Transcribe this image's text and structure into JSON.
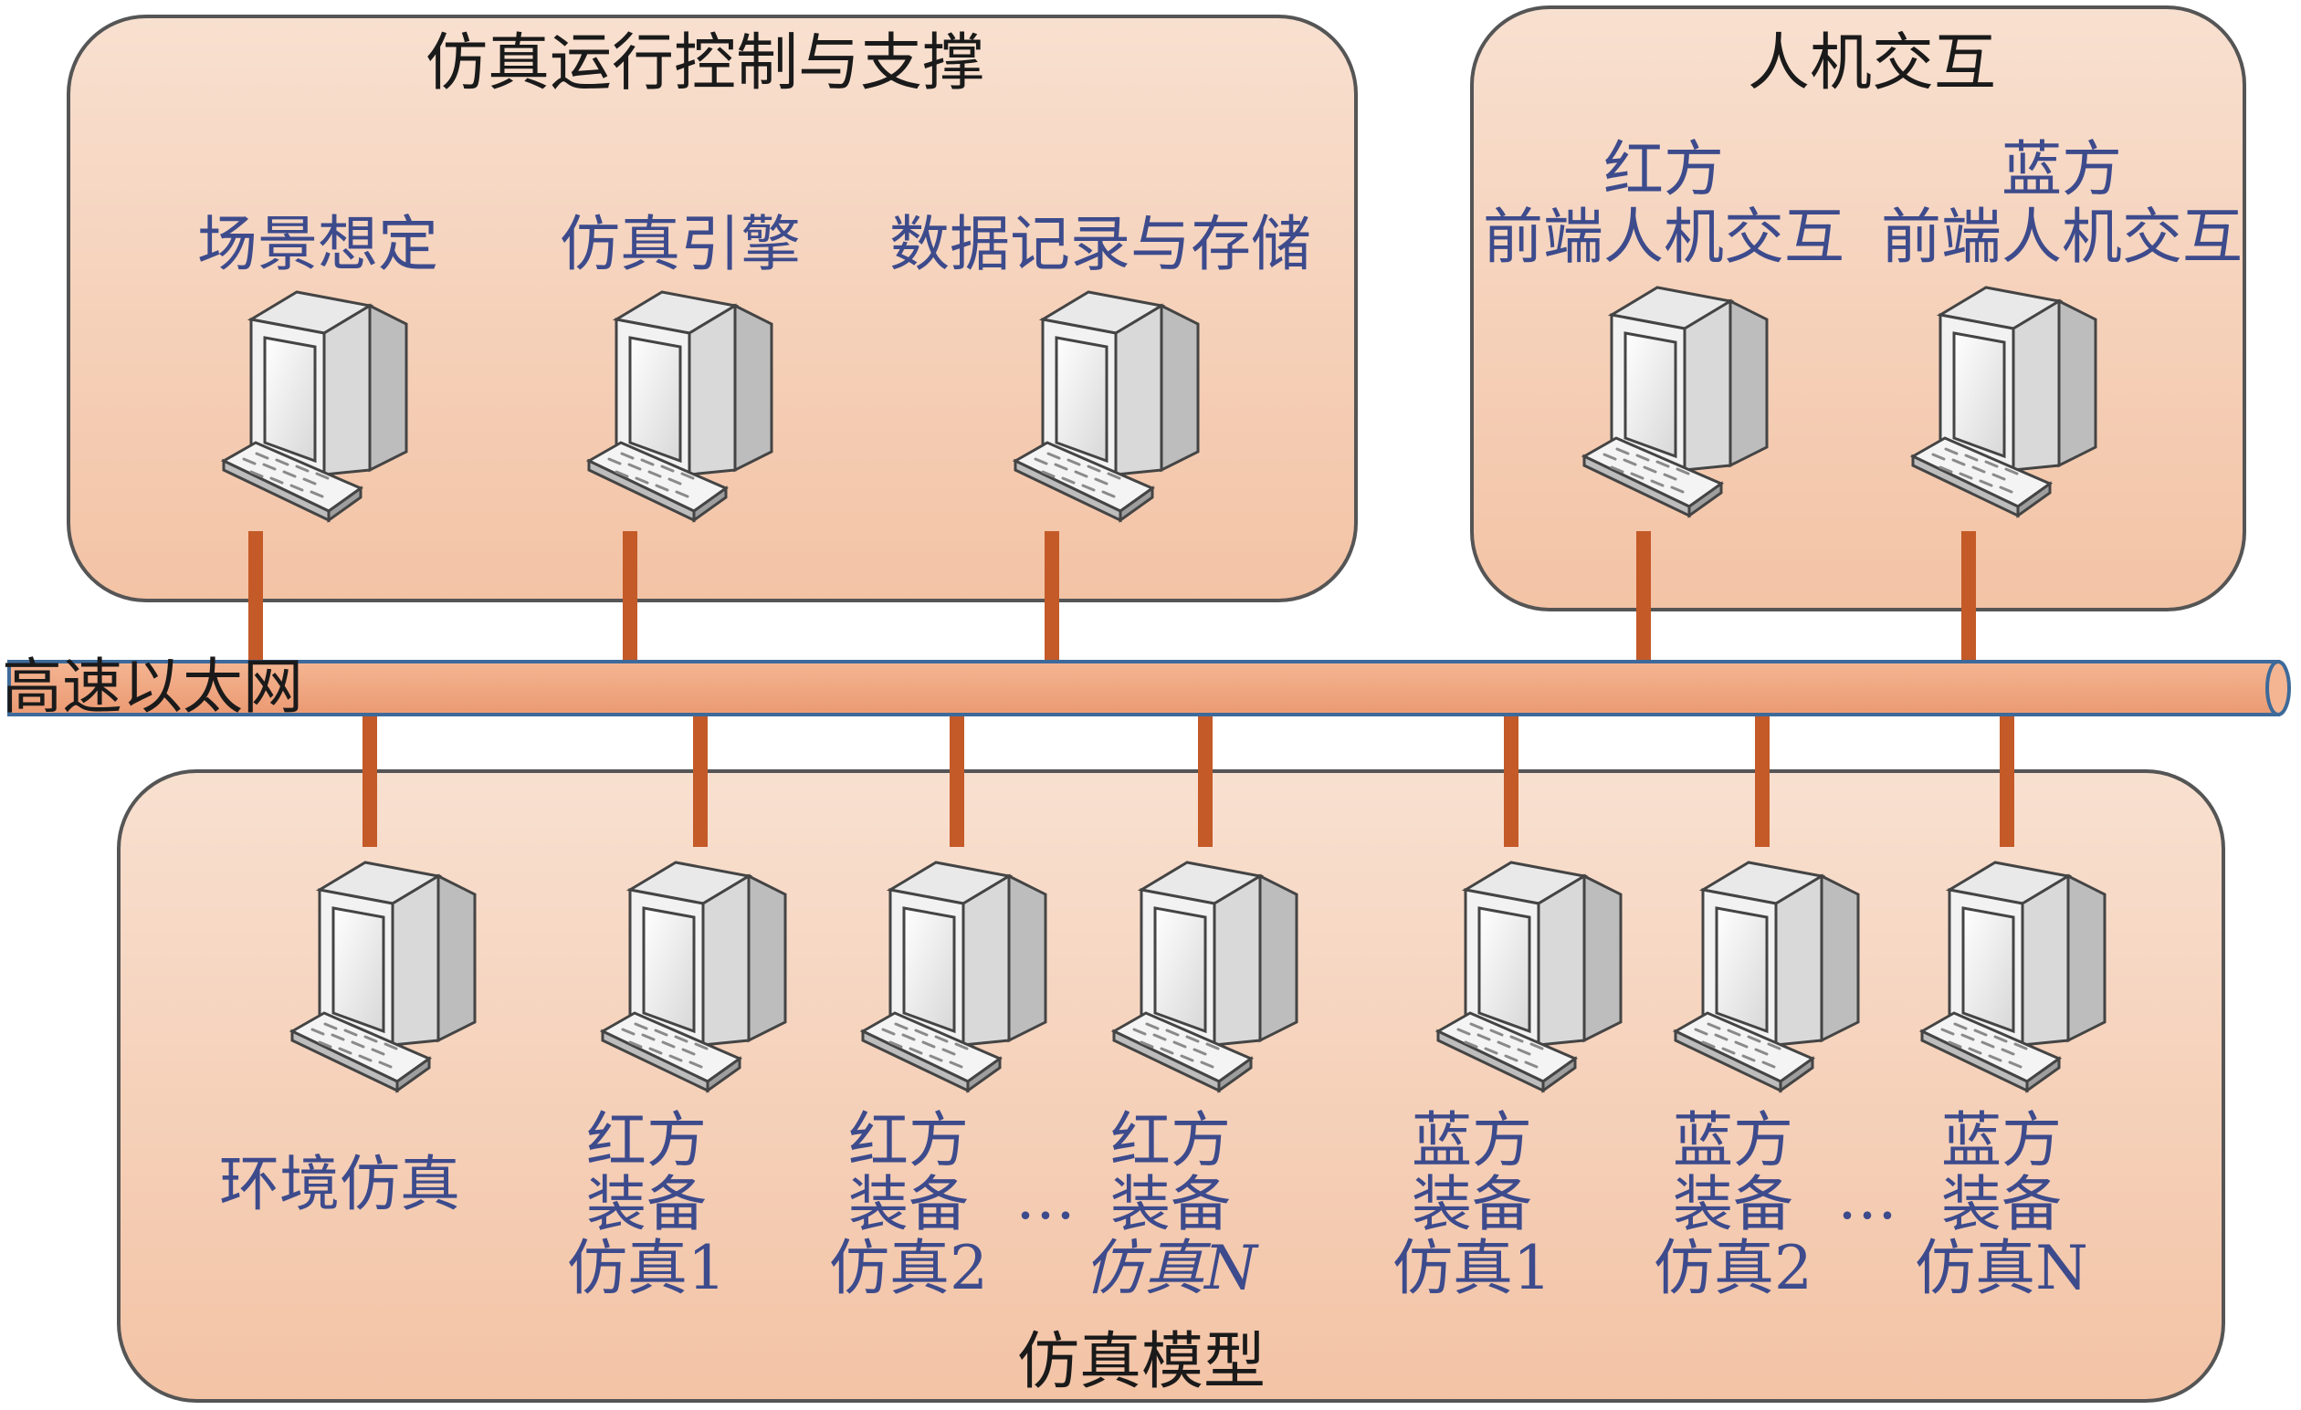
{
  "panels": {
    "control": {
      "title": "仿真运行控制与支撑"
    },
    "hmi": {
      "title": "人机交互"
    },
    "model": {
      "title": "仿真模型"
    }
  },
  "bus": {
    "label": "高速以太网"
  },
  "control_nodes": [
    {
      "lines": [
        "场景想定"
      ]
    },
    {
      "lines": [
        "仿真引擎"
      ]
    },
    {
      "lines": [
        "数据记录与存储"
      ]
    }
  ],
  "hmi_nodes": [
    {
      "lines": [
        "红方",
        "前端人机交互"
      ]
    },
    {
      "lines": [
        "蓝方",
        "前端人机交互"
      ]
    }
  ],
  "model_nodes": [
    {
      "lines": [
        "环境仿真"
      ]
    },
    {
      "lines": [
        "红方",
        "装备",
        "仿真1"
      ]
    },
    {
      "lines": [
        "红方",
        "装备",
        "仿真2"
      ]
    },
    {
      "lines": [
        "红方",
        "装备",
        "仿真N"
      ]
    },
    {
      "lines": [
        "蓝方",
        "装备",
        "仿真1"
      ]
    },
    {
      "lines": [
        "蓝方",
        "装备",
        "仿真2"
      ]
    },
    {
      "lines": [
        "蓝方",
        "装备",
        "仿真N"
      ]
    }
  ],
  "ellipsis": [
    "…",
    "…"
  ],
  "colors": {
    "panel_fill_top": "#f7dccb",
    "panel_fill_bottom": "#f3c2a3",
    "panel_stroke": "#555555",
    "bus_fill": "#f0a47f",
    "bus_stroke": "#3d6a9a",
    "link": "#c45a28",
    "label": "#3d4b8c"
  }
}
